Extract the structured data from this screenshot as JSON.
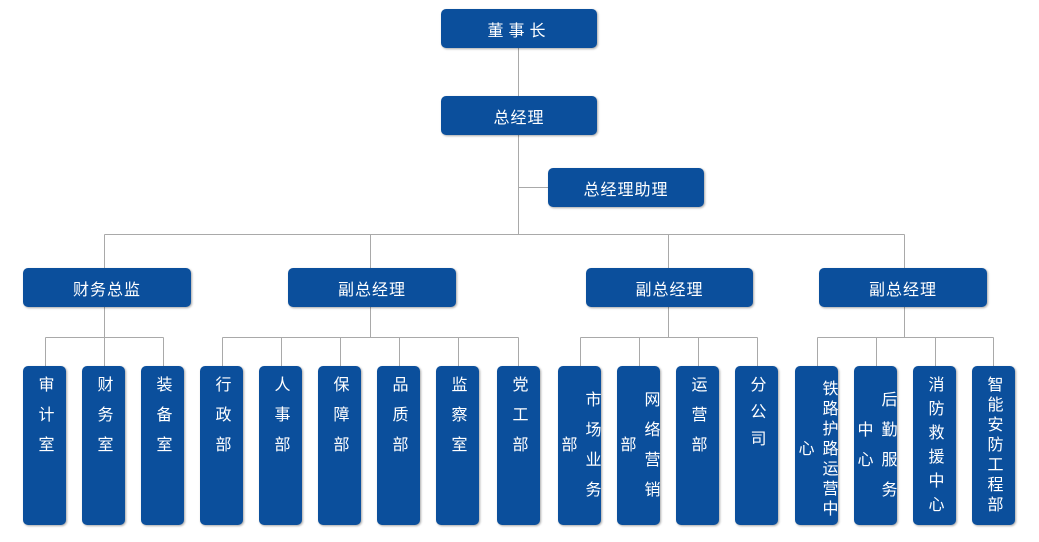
{
  "chairman": "董事长",
  "general_manager": "总经理",
  "assistant_gm": "总经理助理",
  "financial_director": {
    "title": "财务总监",
    "departments": [
      "审计室",
      "财务室",
      "装备室"
    ]
  },
  "vice_gm_1": {
    "title": "副总经理",
    "departments": [
      "行政部",
      "人事部",
      "保障部",
      "品质部",
      "监察室",
      "党工部"
    ]
  },
  "vice_gm_2": {
    "title": "副总经理",
    "departments": [
      "市场业务部",
      "网络营销部",
      "运营部",
      "分公司"
    ]
  },
  "vice_gm_3": {
    "title": "副总经理",
    "departments": [
      "铁路护路运营中心",
      "后勤服务中心",
      "消防救援中心",
      "智能安防工程部"
    ]
  },
  "colors": {
    "box": "#0b4f9c",
    "text": "#ffffff",
    "line": "#a9a9a9"
  }
}
